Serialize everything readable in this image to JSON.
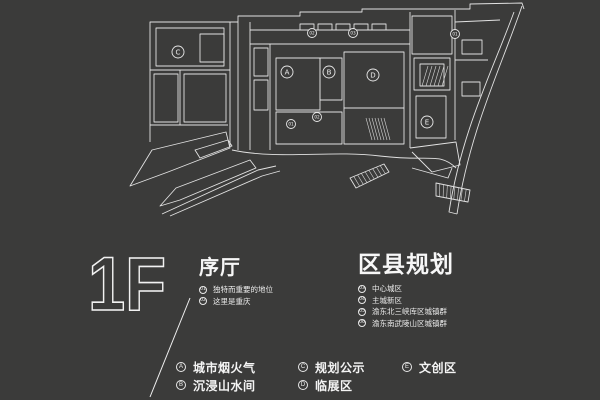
{
  "page": {
    "background": "#3b3b3a",
    "line_color": "#e2e2e2"
  },
  "floor_plan": {
    "zone_markers": [
      "C",
      "A",
      "B",
      "D",
      "E"
    ],
    "point_markers": [
      "02",
      "03",
      "01",
      "01",
      "02"
    ]
  },
  "floor_label": "1F",
  "sections": [
    {
      "title": "序厅",
      "items": [
        {
          "num": "01",
          "text": "独特而重要的地位"
        },
        {
          "num": "02",
          "text": "这里是重庆"
        }
      ]
    },
    {
      "title": "区县规划",
      "items": [
        {
          "num": "03",
          "text": "中心城区"
        },
        {
          "num": "04",
          "text": "主城新区"
        },
        {
          "num": "05",
          "text": "渝东北三峡库区城镇群"
        },
        {
          "num": "06",
          "text": "渝东南武陵山区城镇群"
        }
      ]
    }
  ],
  "legend": [
    {
      "letter": "A",
      "label": "城市烟火气"
    },
    {
      "letter": "C",
      "label": "规划公示"
    },
    {
      "letter": "E",
      "label": "文创区"
    },
    {
      "letter": "B",
      "label": "沉浸山水间"
    },
    {
      "letter": "D",
      "label": "临展区"
    }
  ]
}
